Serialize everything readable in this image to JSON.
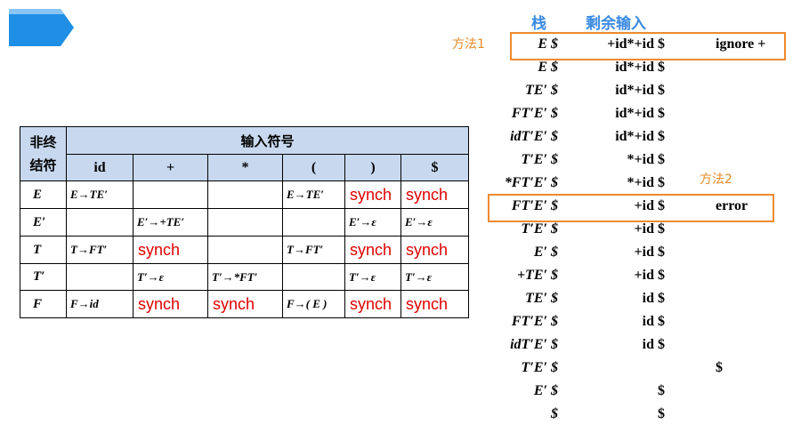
{
  "colors": {
    "accent_arrow": "#1f8fe6",
    "header_fill": "#c8d9ef",
    "synch_red": "#e00000",
    "highlight_orange": "#ee8a2f",
    "heading_blue": "#3a8ae0"
  },
  "table": {
    "corner_label": "非终结符",
    "input_header": "输入符号",
    "columns": [
      "id",
      "+",
      "*",
      "(",
      ")",
      "$"
    ],
    "rows": [
      {
        "nt": "E",
        "cells": [
          "E→TE′",
          "",
          "",
          "E→TE′",
          "synch",
          "synch"
        ]
      },
      {
        "nt": "E′",
        "cells": [
          "",
          "E′→+TE′",
          "",
          "",
          "E′→ε",
          "E′→ε"
        ]
      },
      {
        "nt": "T",
        "cells": [
          "T→FT′",
          "synch",
          "",
          "T→FT′",
          "synch",
          "synch"
        ]
      },
      {
        "nt": "T′",
        "cells": [
          "",
          "T′→ε",
          "T′→*FT′",
          "",
          "T′→ε",
          "T′→ε"
        ]
      },
      {
        "nt": "F",
        "cells": [
          "F→id",
          "synch",
          "synch",
          "F→( E )",
          "synch",
          "synch"
        ]
      }
    ]
  },
  "trace": {
    "stack_header": "栈",
    "input_header": "剩余输入",
    "method1": "方法1",
    "method2": "方法2",
    "rows": [
      {
        "stack": "E $",
        "input": "+id*+id $",
        "action": "ignore +"
      },
      {
        "stack": "E $",
        "input": "id*+id $",
        "action": ""
      },
      {
        "stack": "TE′ $",
        "input": "id*+id $",
        "action": ""
      },
      {
        "stack": "FT′E′ $",
        "input": "id*+id $",
        "action": ""
      },
      {
        "stack": "idT′E′ $",
        "input": "id*+id $",
        "action": ""
      },
      {
        "stack": "T′E′ $",
        "input": "*+id $",
        "action": ""
      },
      {
        "stack": "*FT′E′ $",
        "input": "*+id $",
        "action": ""
      },
      {
        "stack": "FT′E′ $",
        "input": "+id $",
        "action": "error"
      },
      {
        "stack": "T′E′ $",
        "input": "+id $",
        "action": ""
      },
      {
        "stack": "E′ $",
        "input": "+id $",
        "action": ""
      },
      {
        "stack": "+TE′ $",
        "input": "+id $",
        "action": ""
      },
      {
        "stack": "TE′ $",
        "input": "id $",
        "action": ""
      },
      {
        "stack": "FT′E′ $",
        "input": "id $",
        "action": ""
      },
      {
        "stack": "idT′E′ $",
        "input": "id $",
        "action": ""
      },
      {
        "stack": "T′E′ $",
        "input": "",
        "action": "$"
      },
      {
        "stack": "E′ $",
        "input": "$",
        "action": ""
      },
      {
        "stack": "$",
        "input": "$",
        "action": ""
      }
    ]
  }
}
